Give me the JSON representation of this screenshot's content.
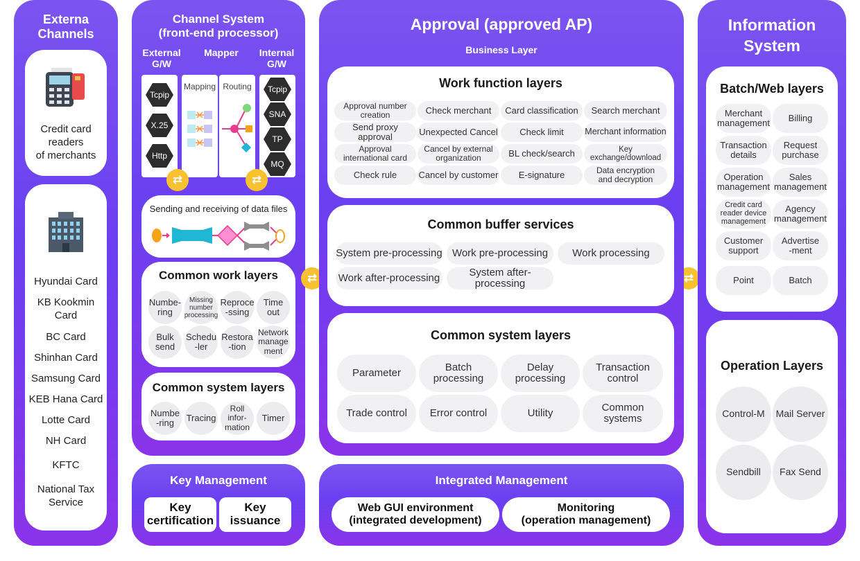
{
  "external_channels": {
    "title": "Externa\nChannels",
    "readers_label": "Credit card\nreaders\nof merchants",
    "banks": [
      "Hyundai Card",
      "KB Kookmin\nCard",
      "BC Card",
      "Shinhan Card",
      "Samsung Card",
      "KEB Hana Card",
      "Lotte Card",
      "NH Card",
      "KFTC",
      "National Tax\nService"
    ]
  },
  "channel_system": {
    "title": "Channel System\n(front-end processor)",
    "col_external": "External\nG/W",
    "col_mapper": "Mapper",
    "col_internal": "Internal\nG/W",
    "external_gw": [
      "Tcpip",
      "X.25",
      "Http"
    ],
    "mapping_label": "Mapping",
    "routing_label": "Routing",
    "internal_gw": [
      "Tcpip",
      "SNA",
      "TP",
      "MQ"
    ],
    "data_files_title": "Sending and receiving of data files",
    "common_work_title": "Common work layers",
    "common_work_items": [
      "Numbe-\nring",
      "Missing\nnumber\nprocessing",
      "Reproce\n-ssing",
      "Time\nout",
      "Bulk\nsend",
      "Schedu\n-ler",
      "Restora\n-tion",
      "Network\nmanage\nment"
    ],
    "common_system_title": "Common system layers",
    "common_system_items": [
      "Numbe\n-ring",
      "Tracing",
      "Roll\ninfor-\nmation",
      "Timer"
    ]
  },
  "approval": {
    "title": "Approval (approved AP)",
    "subtitle": "Business Layer",
    "work_title": "Work function layers",
    "work_items": [
      "Approval number\ncreation",
      "Check merchant",
      "Card classification",
      "Search merchant",
      "Send proxy approval",
      "Unexpected Cancel",
      "Check limit",
      "Merchant information",
      "Approval\ninternational card",
      "Cancel by external\norganization",
      "BL check/search",
      "Key exchange/download",
      "Check rule",
      "Cancel by customer",
      "E-signature",
      "Data encryption\nand decryption"
    ],
    "buffer_title": "Common buffer services",
    "buffer_items": [
      "System pre-processing",
      "Work pre-processing",
      "Work processing",
      "Work after-processing",
      "System after-processing"
    ],
    "system_title": "Common system layers",
    "system_items": [
      "Parameter",
      "Batch processing",
      "Delay processing",
      "Transaction\ncontrol",
      "Trade control",
      "Error control",
      "Utility",
      "Common\nsystems"
    ]
  },
  "information": {
    "title": "Information\nSystem",
    "batch_title": "Batch/Web layers",
    "batch_items": [
      "Merchant\nmanagement",
      "Billing",
      "Transaction\ndetails",
      "Request\npurchase",
      "Operation\nmanagement",
      "Sales\nmanagement",
      "Credit card\nreader device\nmanagement",
      "Agency\nmanagement",
      "Customer\nsupport",
      "Advertise\n-ment",
      "Point",
      "Batch"
    ],
    "operation_title": "Operation Layers",
    "operation_items": [
      "Control-M",
      "Mail Server",
      "Sendbill",
      "Fax Send"
    ]
  },
  "key_management": {
    "title": "Key Management",
    "items": [
      "Key\ncertification",
      "Key\nissuance"
    ]
  },
  "integrated_management": {
    "title": "Integrated Management",
    "items": [
      "Web GUI environment\n(integrated development)",
      "Monitoring\n(operation management)"
    ]
  },
  "icons": [
    "credit-card-terminal-icon",
    "office-building-icon",
    "swap-arrows-icon"
  ],
  "colors": {
    "panel_purple": "#7048f0",
    "swap_yellow": "#f7c12f",
    "pill_gray": "#f1f1f3",
    "cyan": "#1fb7d3",
    "pink": "#ff5fa8"
  }
}
